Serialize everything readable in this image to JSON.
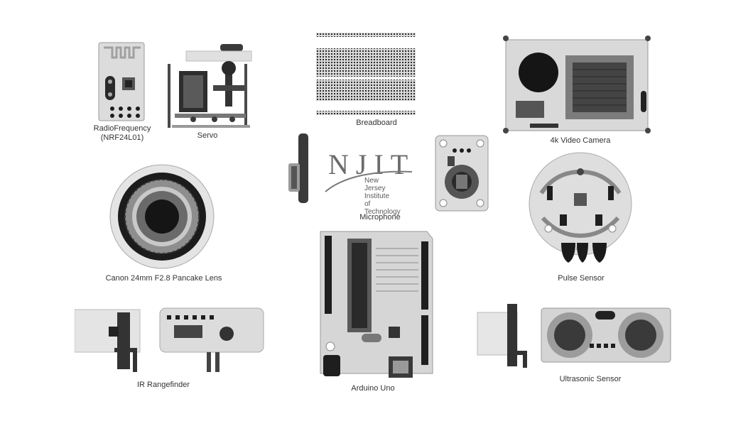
{
  "components": {
    "radio_frequency": {
      "line1": "RadioFrequency",
      "line2": "(NRF24L01)"
    },
    "servo": "Servo",
    "breadboard": "Breadboard",
    "video_camera": "4k Video Camera",
    "microphone": "Microphone",
    "lens": "Canon 24mm F2.8 Pancake Lens",
    "pulse_sensor": "Pulse Sensor",
    "ir_rangefinder": "IR Rangefinder",
    "arduino": "Arduino Uno",
    "ultrasonic": "Ultrasonic Sensor"
  },
  "logo": {
    "letters": "NJIT",
    "line1": "New Jersey Institute",
    "line2": "of Technology"
  },
  "colors": {
    "background": "#ffffff",
    "xray_dark": "#1e1e1e",
    "xray_mid": "#8a8a8a",
    "xray_light": "#d6d6d6"
  }
}
